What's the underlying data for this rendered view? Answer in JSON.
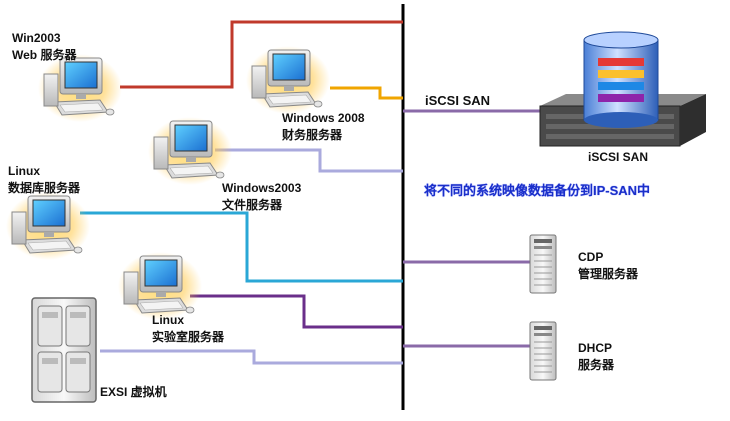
{
  "nodes": {
    "win2003_web": {
      "line1": "Win2003",
      "line2": "Web 服务器"
    },
    "win2008_fin": {
      "line1": "Windows 2008",
      "line2": "财务服务器"
    },
    "win2003_file": {
      "line1": "Windows2003",
      "line2": "文件服务器"
    },
    "linux_db": {
      "line1": "Linux",
      "line2": "数据库服务器"
    },
    "linux_lab": {
      "line1": "Linux",
      "line2": "实验室服务器"
    },
    "exsi": {
      "line1": "EXSI 虚拟机"
    },
    "cdp": {
      "line1": "CDP",
      "line2": "管理服务器"
    },
    "dhcp": {
      "line1": "DHCP",
      "line2": "服务器"
    }
  },
  "san": {
    "link_label": "iSCSI SAN",
    "device_label": "iSCSI SAN",
    "caption": "将不同的系统映像数据备份到IP-SAN中"
  },
  "colors": {
    "backbone": "#000000",
    "web_link": "#c0392b",
    "finance_link": "#f0a500",
    "file_link": "#aaaadd",
    "db_link": "#2aa7d6",
    "lab_link": "#6a2f8a",
    "exsi_link": "#aaaadd",
    "san_link": "#8a6aa8",
    "cdp_link": "#8a6aa8",
    "dhcp_link": "#8a6aa8",
    "caption": "#1a2fc9"
  },
  "icons": {
    "workstation": "computer-workstation-icon",
    "blade": "blade-server-icon",
    "storage": "storage-array-icon",
    "tower": "tower-server-icon"
  }
}
